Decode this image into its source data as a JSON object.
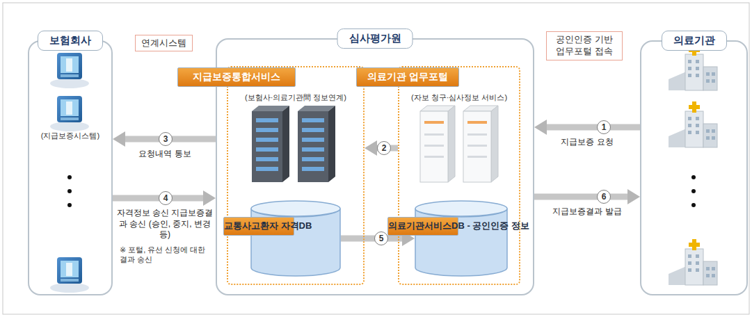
{
  "diagram": {
    "nodes": [
      {
        "text": [
          "보험회사",
          "(지급보증시스템)"
        ]
      },
      {
        "text": [
          "심사평가원"
        ]
      },
      {
        "text": [
          "지급보증통합서비스",
          "(보험사·의료기관間 정보연계)"
        ],
        "in": 1
      },
      {
        "text": [
          "의료기관 업무포털",
          "(자보 청구·심사정보 서비스)"
        ],
        "in": 1
      },
      {
        "text": [
          "교통사고환자 자격DB"
        ],
        "in": 2
      },
      {
        "text": [
          "의료기관서비스DB - 공인인증 정보"
        ],
        "in": 3
      },
      {
        "text": [
          "의료기관"
        ]
      },
      {
        "text": [
          "연계시스템"
        ]
      },
      {
        "text": [
          "공인인증 기반 업무포털 접속"
        ]
      }
    ],
    "edges": [
      {
        "from": 6,
        "to": 1,
        "label": "지급보증 요청",
        "arrow": "to"
      },
      {
        "from": 3,
        "to": 2,
        "arrow": "to"
      },
      {
        "from": 1,
        "to": 0,
        "label": "요청내역 통보",
        "arrow": "to"
      },
      {
        "from": 0,
        "to": 1,
        "label": "자격정보 송신 지급보증결과 송신 (승인, 중지, 변경 등)",
        "arrow": "to"
      },
      {
        "from": 4,
        "to": 5,
        "arrow": "to"
      },
      {
        "from": 1,
        "to": 6,
        "label": "지급보증결과 발급",
        "arrow": "to"
      }
    ],
    "labels": [
      "1",
      "2",
      "3",
      "4",
      "5",
      "6",
      "※ 포털, 유선 신청에 대한 결과 송신"
    ]
  }
}
